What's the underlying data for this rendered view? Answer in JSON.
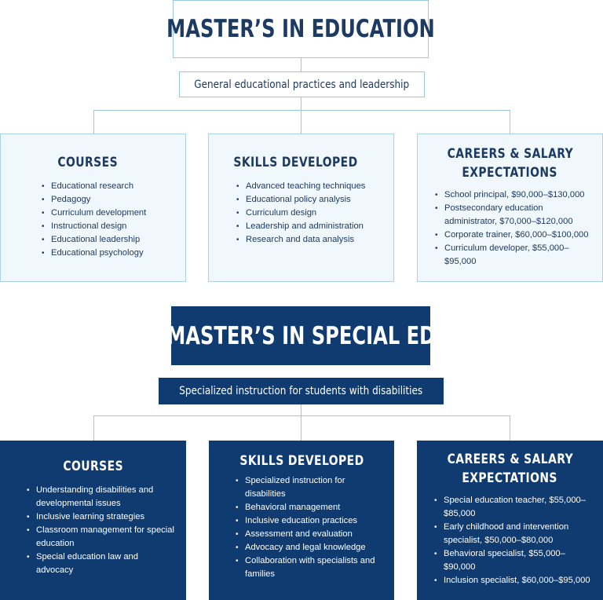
{
  "education": {
    "title": "MASTER’S IN EDUCATION",
    "subtitle": "General educational practices and leadership",
    "cards": [
      {
        "heading": "COURSES",
        "items": [
          "Educational research",
          "Pedagogy",
          "Curriculum development",
          "Instructional design",
          "Educational leadership",
          "Educational psychology"
        ]
      },
      {
        "heading": "SKILLS DEVELOPED",
        "items": [
          "Advanced teaching techniques",
          "Educational policy analysis",
          "Curriculum design",
          "Leadership and administration",
          "Research and data analysis"
        ]
      },
      {
        "heading_line1": "CAREERS & SALARY",
        "heading_line2": "EXPECTATIONS",
        "items": [
          "School principal, $90,000–$130,000",
          "Postsecondary education administrator, $70,000–$120,000",
          "Corporate trainer, $60,000–$100,000",
          "Curriculum developer, $55,000–$95,000"
        ]
      }
    ]
  },
  "special_ed": {
    "title": "MASTER’S IN SPECIAL ED",
    "subtitle": "Specialized instruction for students with disabilities",
    "cards": [
      {
        "heading": "COURSES",
        "items": [
          "Understanding disabilities and developmental issues",
          "Inclusive learning strategies",
          "Classroom management for special education",
          "Special education law and advocacy"
        ]
      },
      {
        "heading": "SKILLS DEVELOPED",
        "items": [
          "Specialized instruction for disabilities",
          "Behavioral management",
          "Inclusive education practices",
          "Assessment and evaluation",
          "Advocacy and legal knowledge",
          "Collaboration with specialists and families"
        ]
      },
      {
        "heading_line1": "CAREERS & SALARY",
        "heading_line2": "EXPECTATIONS",
        "items": [
          "Special education teacher, $55,000–$85,000",
          "Early childhood and intervention specialist, $50,000–$80,000",
          "Behavioral specialist, $55,000–$90,000",
          "Inclusion specialist, $60,000–$95,000"
        ]
      }
    ]
  },
  "colors": {
    "navy": "#0f3b70",
    "light_blue_border": "#9cc7e0",
    "light_card_bg": "#f1f8fd",
    "text_navy": "#1d3a63"
  }
}
